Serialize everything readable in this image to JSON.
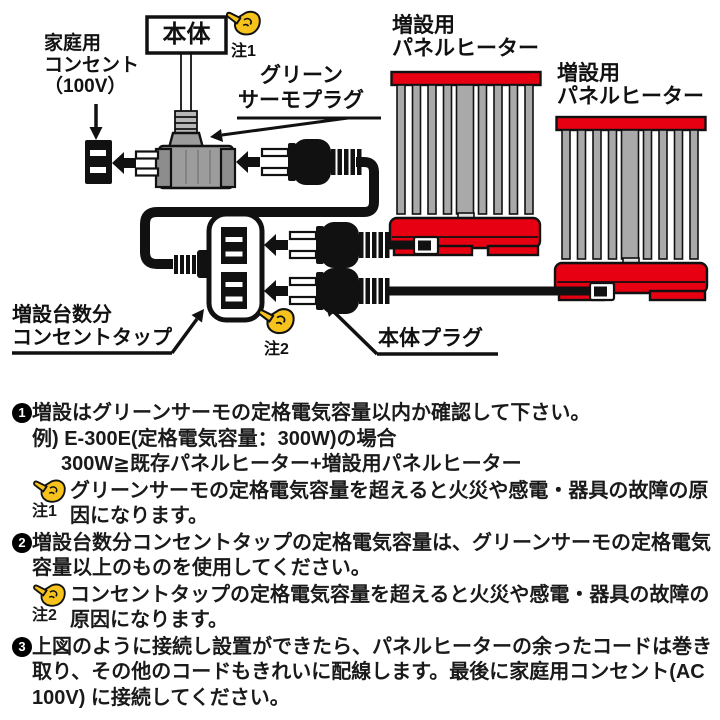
{
  "diagram": {
    "household_outlet_label": {
      "lines": [
        "家庭用",
        "コンセント",
        "（100V）"
      ]
    },
    "main_unit_label": "本体",
    "note1_tag": "注1",
    "note2_tag": "注2",
    "green_thermo_label": {
      "lines": [
        "グリーン",
        "サーモプラグ"
      ]
    },
    "heater1_label": {
      "lines": [
        "増設用",
        "パネルヒーター"
      ]
    },
    "heater2_label": {
      "lines": [
        "増設用",
        "パネルヒーター"
      ]
    },
    "tap_label": {
      "lines": [
        "増設台数分",
        "コンセントタップ"
      ]
    },
    "main_plug_label": "本体プラグ"
  },
  "instructions": {
    "item1": {
      "marker": "1",
      "line1": "増設はグリーンサーモの定格電気容量以内か確認して下さい。",
      "example_line1": "例) E-300E(定格電気容量：300W)の場合",
      "example_line2": "300W≧既存パネルヒーター+増設用パネルヒーター"
    },
    "note1": {
      "tag": "注1",
      "line1": "グリーンサーモの定格電気容量を超えると火災や感電・器具の故障の原",
      "line2": "因になります。"
    },
    "item2": {
      "marker": "2",
      "line1": "増設台数分コンセントタップの定格電気容量は、グリーンサーモの定格電気",
      "line2": "容量以上のものを使用してください。"
    },
    "note2": {
      "tag": "注2",
      "line1": "コンセントタップの定格電気容量を超えると火災や感電・器具の故障の",
      "line2": "原因になります。"
    },
    "item3": {
      "marker": "3",
      "line1": "上図のように接続し設置ができたら、パネルヒーターの余ったコードは巻き",
      "line2": "取り、その他のコードもきれいに配線します。最後に家庭用コンセント(AC",
      "line3": "100V) に接続してください。"
    }
  },
  "colors": {
    "red": "#e60012",
    "hand_yellow": "#f6c21c",
    "gray_plug": "#9c9c9c",
    "fin_gray": "#a9a9a9"
  }
}
